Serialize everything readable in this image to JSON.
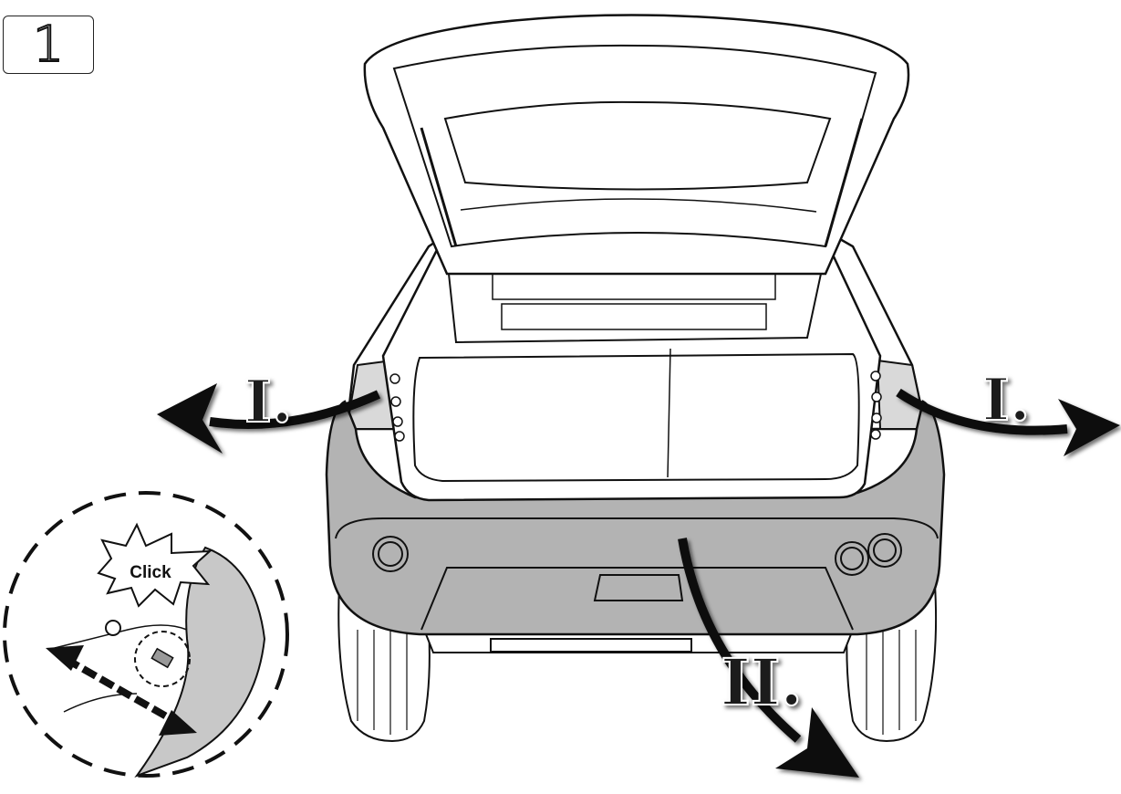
{
  "step_number": "1",
  "labels": {
    "left_arrow": "I.",
    "right_arrow": "I.",
    "bottom_arrow": "II.",
    "click": "Click"
  },
  "colors": {
    "bumper_grey": "#b3b3b3",
    "outline": "#111111",
    "arrow_fill": "#111111"
  },
  "icons": [
    "step-number-box",
    "curved-arrow-left",
    "curved-arrow-right",
    "curved-arrow-down",
    "detail-magnifier-circle",
    "click-starburst"
  ]
}
